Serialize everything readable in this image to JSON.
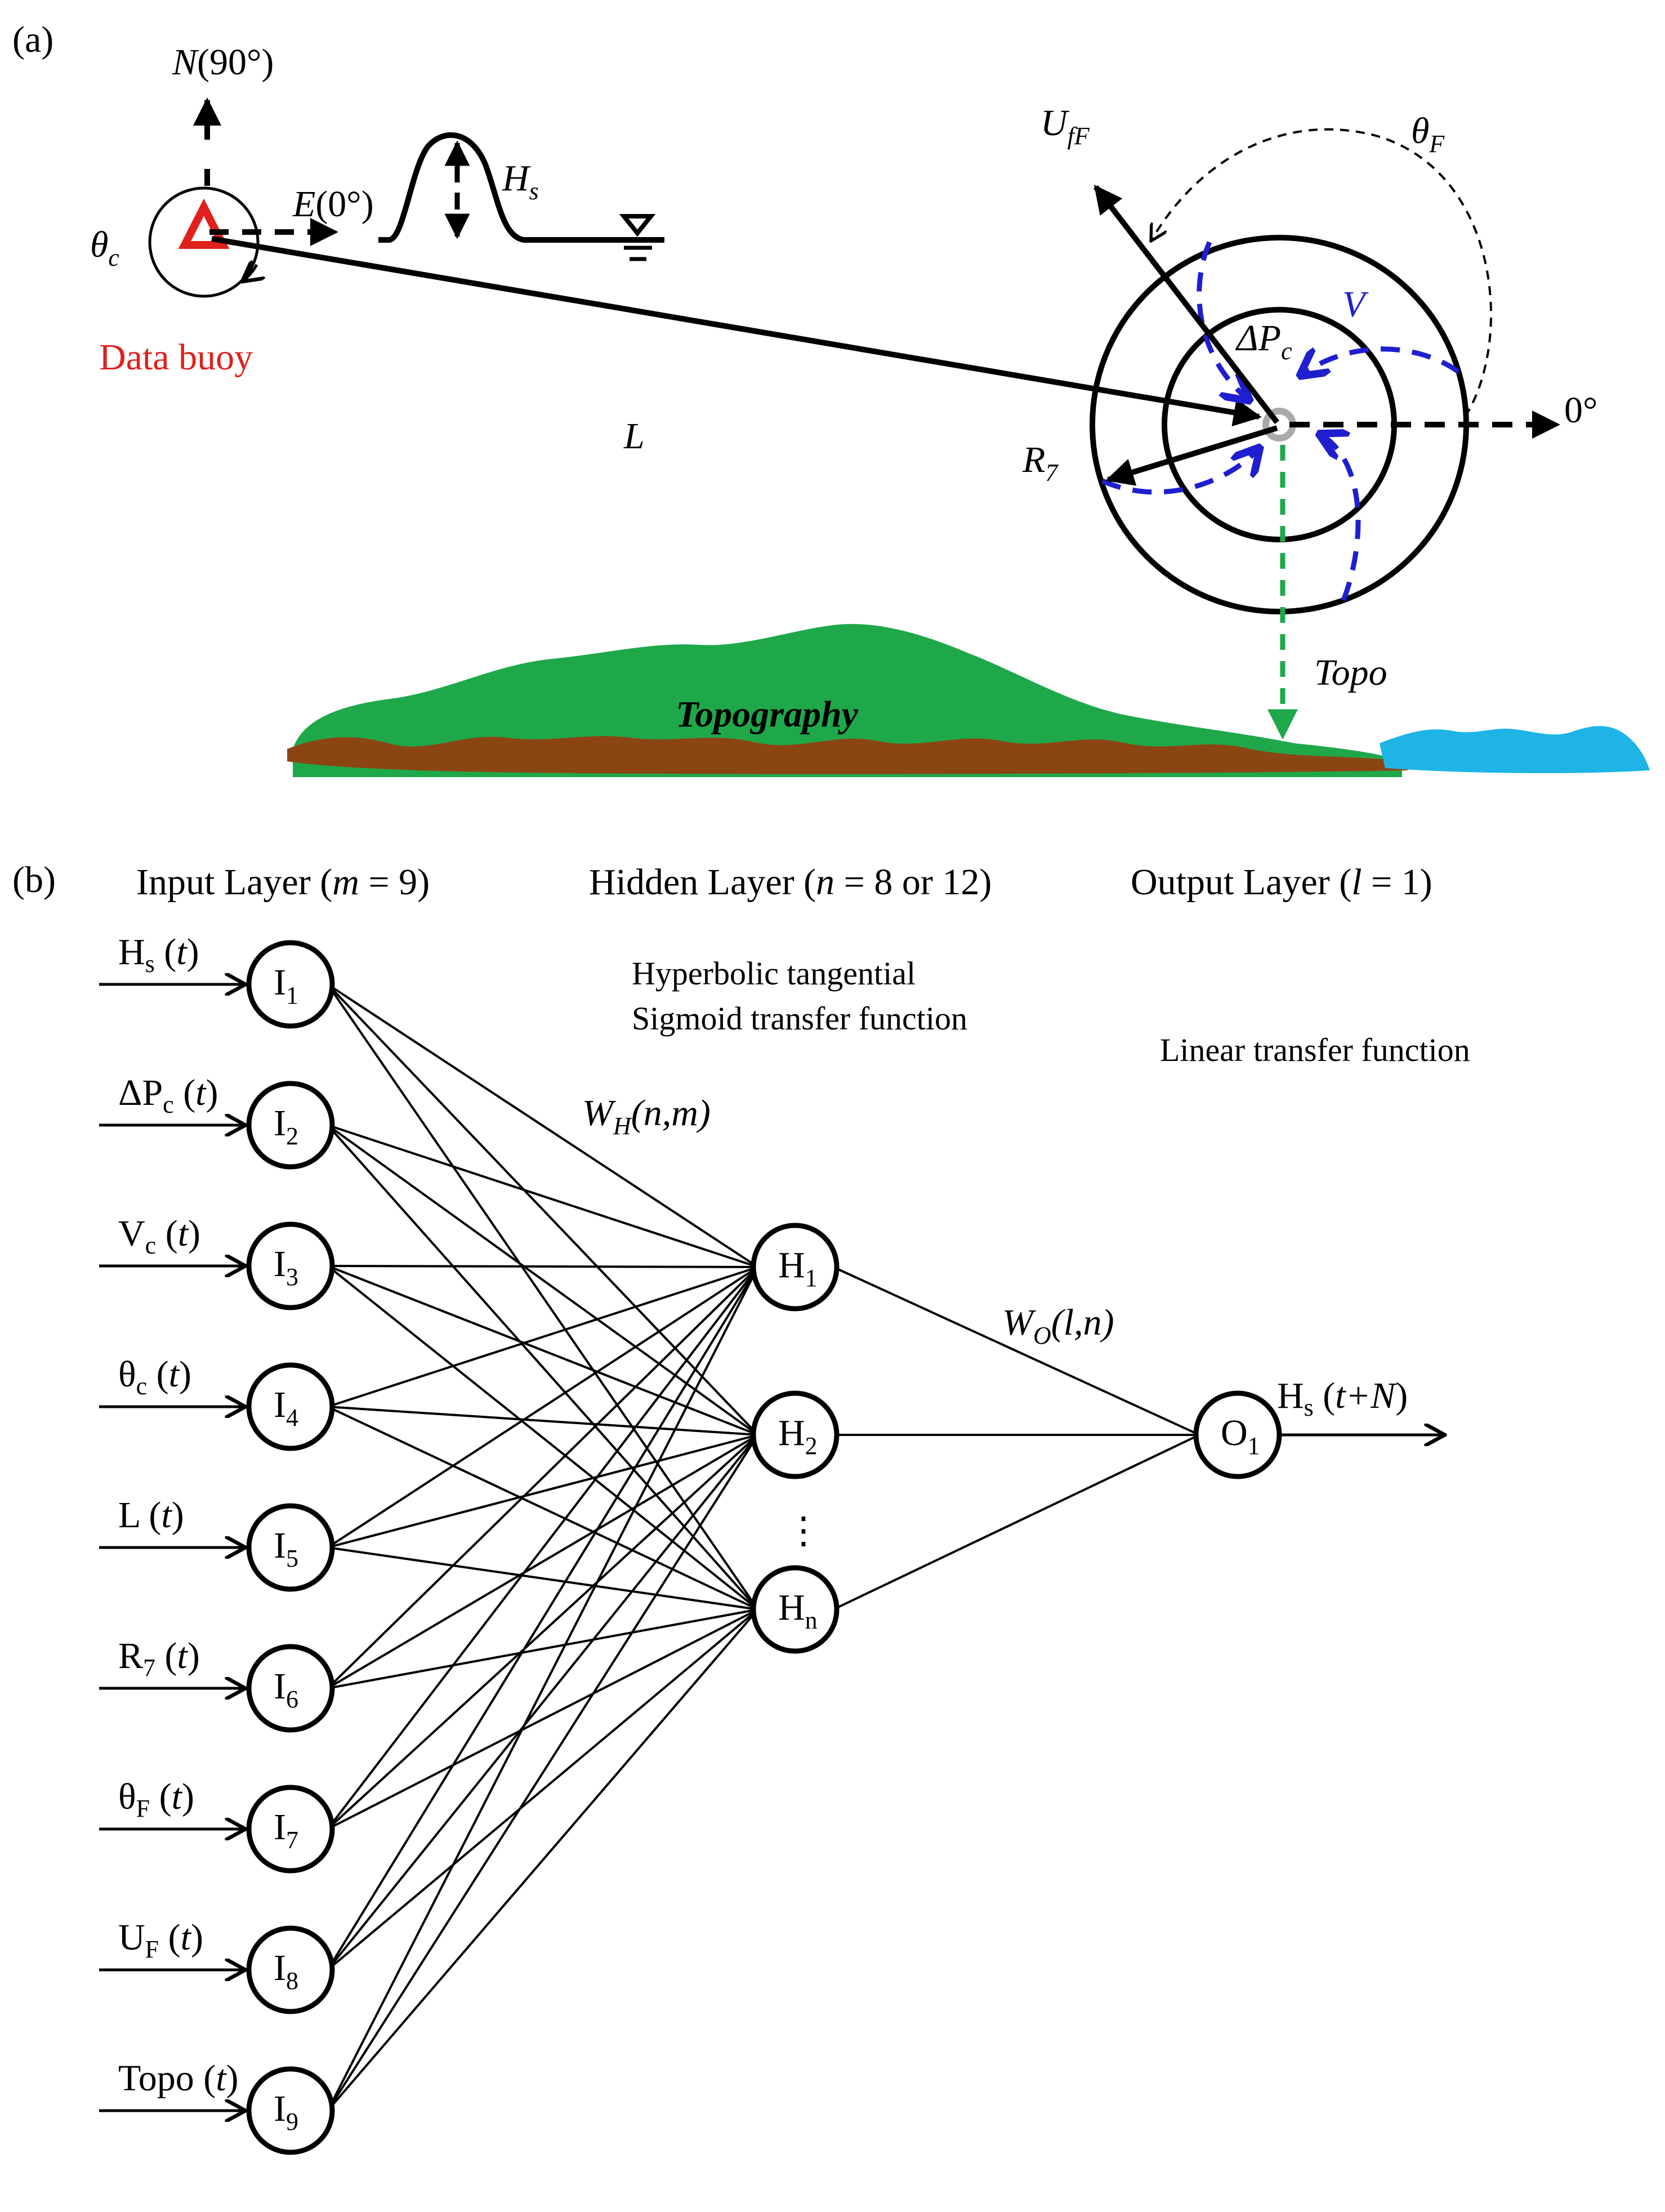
{
  "panel_a": {
    "panel_label": "(a)",
    "north": {
      "sym": "N",
      "rest": "(90°)"
    },
    "east": {
      "sym": "E",
      "rest": "(0°)"
    },
    "theta_c": {
      "sym": "θ",
      "sub": "c"
    },
    "hs": {
      "sym": "H",
      "sub": "s"
    },
    "buoy_label": "Data buoy",
    "L": "L",
    "UfF": {
      "sym": "U",
      "sub": "fF"
    },
    "thetaF": {
      "sym": "θ",
      "sub": "F"
    },
    "V": "V",
    "dPc": {
      "sym": "ΔP",
      "sub": "c"
    },
    "zero_deg": "0°",
    "R7": {
      "sym": "R",
      "sub": "7"
    },
    "topo": "Topo",
    "topography": "Topography",
    "colors": {
      "buoy": "#e0201c",
      "wind": "#1f1fd0",
      "land": "#1fa84a",
      "soil": "#8b4513",
      "water": "#1eb4e6",
      "topo_arrow": "#1fa84a"
    }
  },
  "panel_b": {
    "panel_label": "(b)",
    "layers": {
      "input": {
        "name": "Input Layer (",
        "param": "m",
        "rest": " = 9)"
      },
      "hidden": {
        "name": "Hidden Layer (",
        "param": "n",
        "rest": " = 8 or 12)"
      },
      "output": {
        "name": "Output Layer (",
        "param": "l",
        "rest": " = 1)"
      }
    },
    "hidden_fn_line1": "Hyperbolic tangential",
    "hidden_fn_line2": "Sigmoid transfer function",
    "output_fn": "Linear transfer function",
    "wh": {
      "sym": "W",
      "sub": "H",
      "args": "(n,m)"
    },
    "wo": {
      "sym": "W",
      "sub": "O",
      "args": "(l,n)"
    },
    "dots": "⋮",
    "inputs": [
      {
        "var": "H",
        "sub": "s",
        "t": "t",
        "node": "I",
        "node_sub": "1"
      },
      {
        "var": "ΔP",
        "sub": "c",
        "t": "t",
        "node": "I",
        "node_sub": "2"
      },
      {
        "var": "V",
        "sub": "c",
        "t": "t",
        "node": "I",
        "node_sub": "3"
      },
      {
        "var": "θ",
        "sub": "c",
        "t": "t",
        "node": "I",
        "node_sub": "4"
      },
      {
        "var": "L",
        "sub": "",
        "t": "t",
        "node": "I",
        "node_sub": "5"
      },
      {
        "var": "R",
        "sub": "7",
        "t": "t",
        "node": "I",
        "node_sub": "6"
      },
      {
        "var": "θ",
        "sub": "F",
        "t": "t",
        "node": "I",
        "node_sub": "7"
      },
      {
        "var": "U",
        "sub": "F",
        "t": "t",
        "node": "I",
        "node_sub": "8"
      },
      {
        "var": "Topo",
        "sub": "",
        "t": "t",
        "node": "I",
        "node_sub": "9"
      }
    ],
    "hidden": [
      {
        "node": "H",
        "node_sub": "1"
      },
      {
        "node": "H",
        "node_sub": "2"
      },
      {
        "node": "H",
        "node_sub": "n"
      }
    ],
    "output": {
      "node": "O",
      "node_sub": "1",
      "var": "H",
      "sub": "s",
      "arg": "t+N"
    }
  }
}
